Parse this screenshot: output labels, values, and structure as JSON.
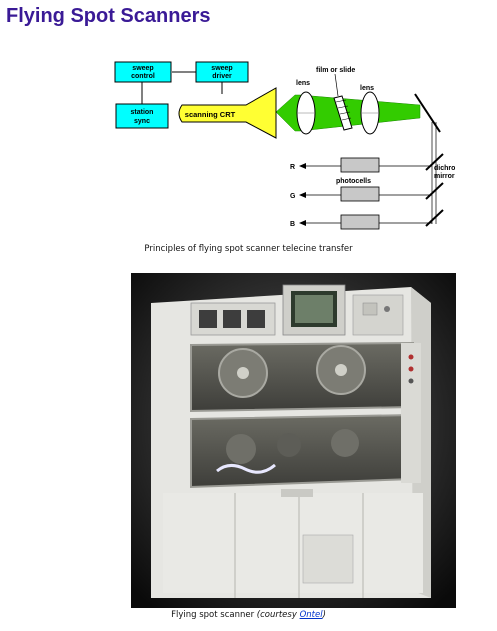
{
  "page": {
    "title": "Flying Spot Scanners"
  },
  "diagram": {
    "boxes": {
      "sweep_control": [
        "sweep",
        "control"
      ],
      "sweep_driver": [
        "sweep",
        "driver"
      ],
      "station_sync": [
        "station",
        "sync"
      ]
    },
    "crt_label": "scanning CRT",
    "film_label": "film or slide",
    "lens_left": "lens",
    "lens_right": "lens",
    "photocells_label": "photocells",
    "mirrors_label": [
      "dichroic",
      "mirrors"
    ],
    "channels": [
      "R",
      "G",
      "B"
    ],
    "caption": "Principles of flying spot scanner telecine transfer",
    "colors": {
      "box_fill": "#00ffff",
      "crt_fill": "#ffff33",
      "beam_fill": "#33cc00",
      "photocell_fill": "#c8c8c8"
    }
  },
  "photo": {
    "caption_main": "Flying spot scanner ",
    "caption_em": "(courtesy ",
    "caption_link": "Ontel",
    "caption_end": ")"
  }
}
